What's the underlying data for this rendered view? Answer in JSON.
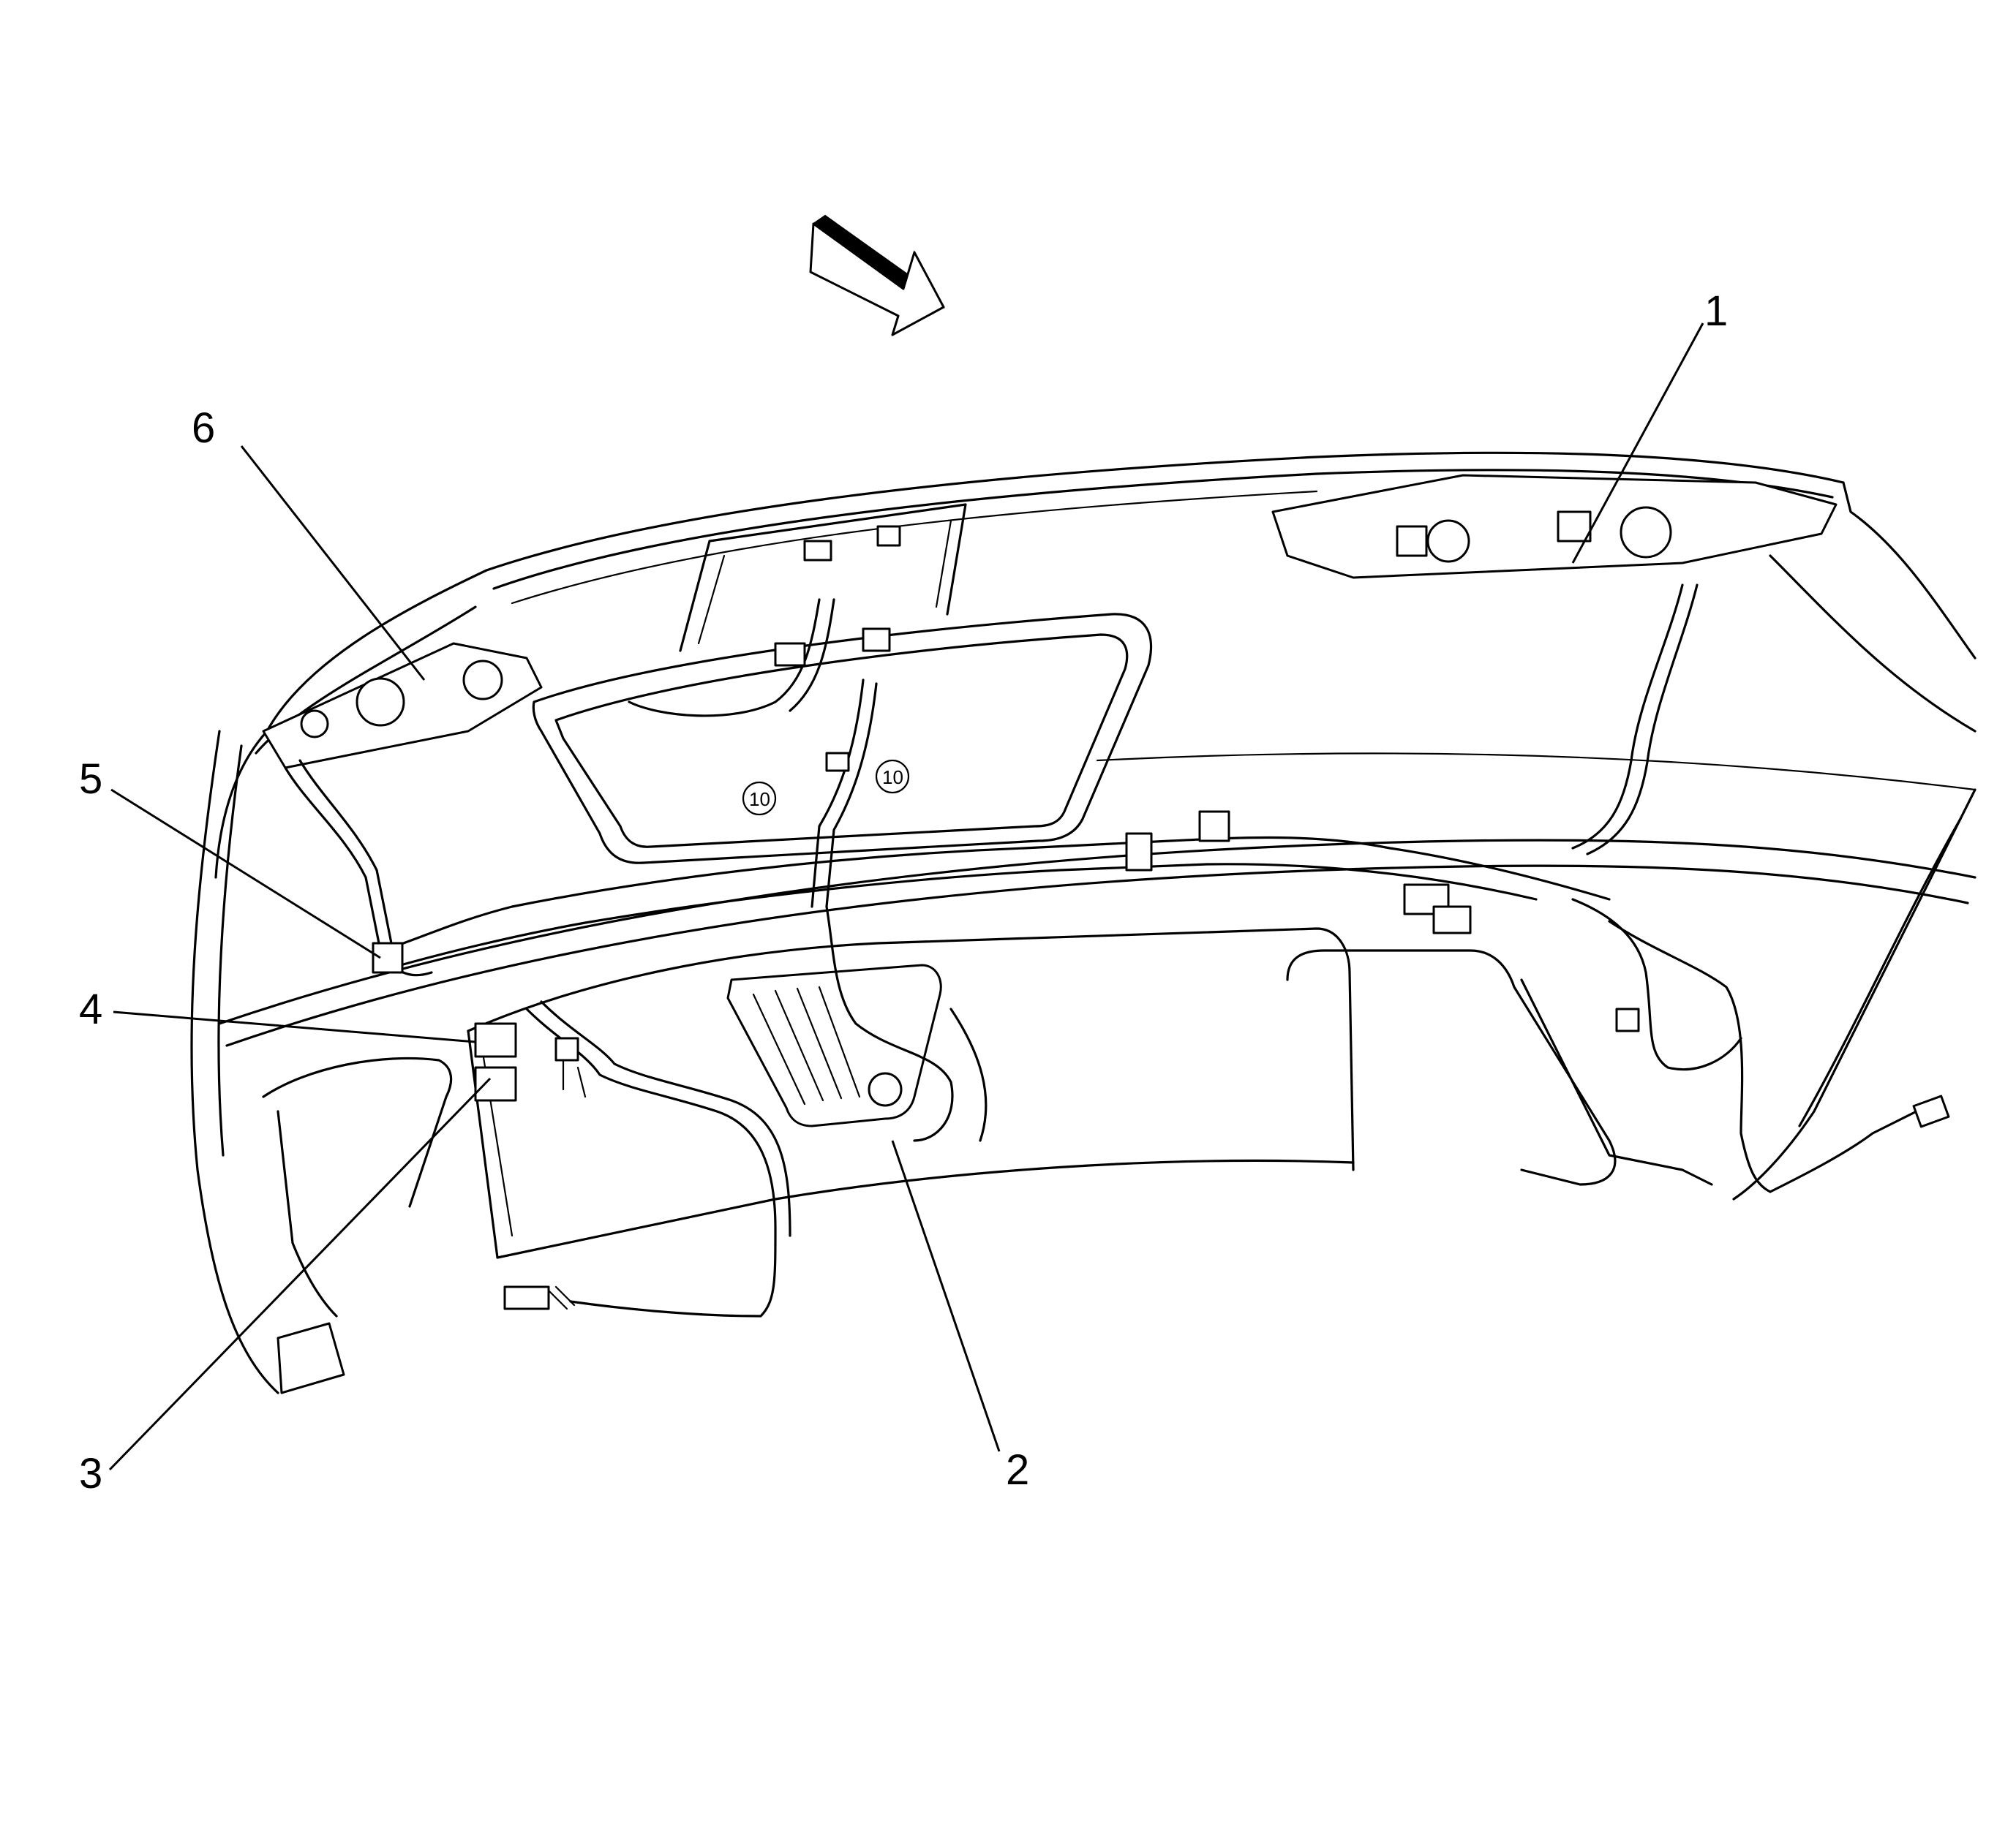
{
  "diagram": {
    "view_arrow_icon": "view-direction-arrow-icon",
    "callouts": [
      {
        "id": "callout-1",
        "label": "1"
      },
      {
        "id": "callout-2",
        "label": "2"
      },
      {
        "id": "callout-3",
        "label": "3"
      },
      {
        "id": "callout-4",
        "label": "4"
      },
      {
        "id": "callout-5",
        "label": "5"
      },
      {
        "id": "callout-6",
        "label": "6"
      }
    ],
    "plate_badges": [
      "10",
      "10"
    ]
  }
}
